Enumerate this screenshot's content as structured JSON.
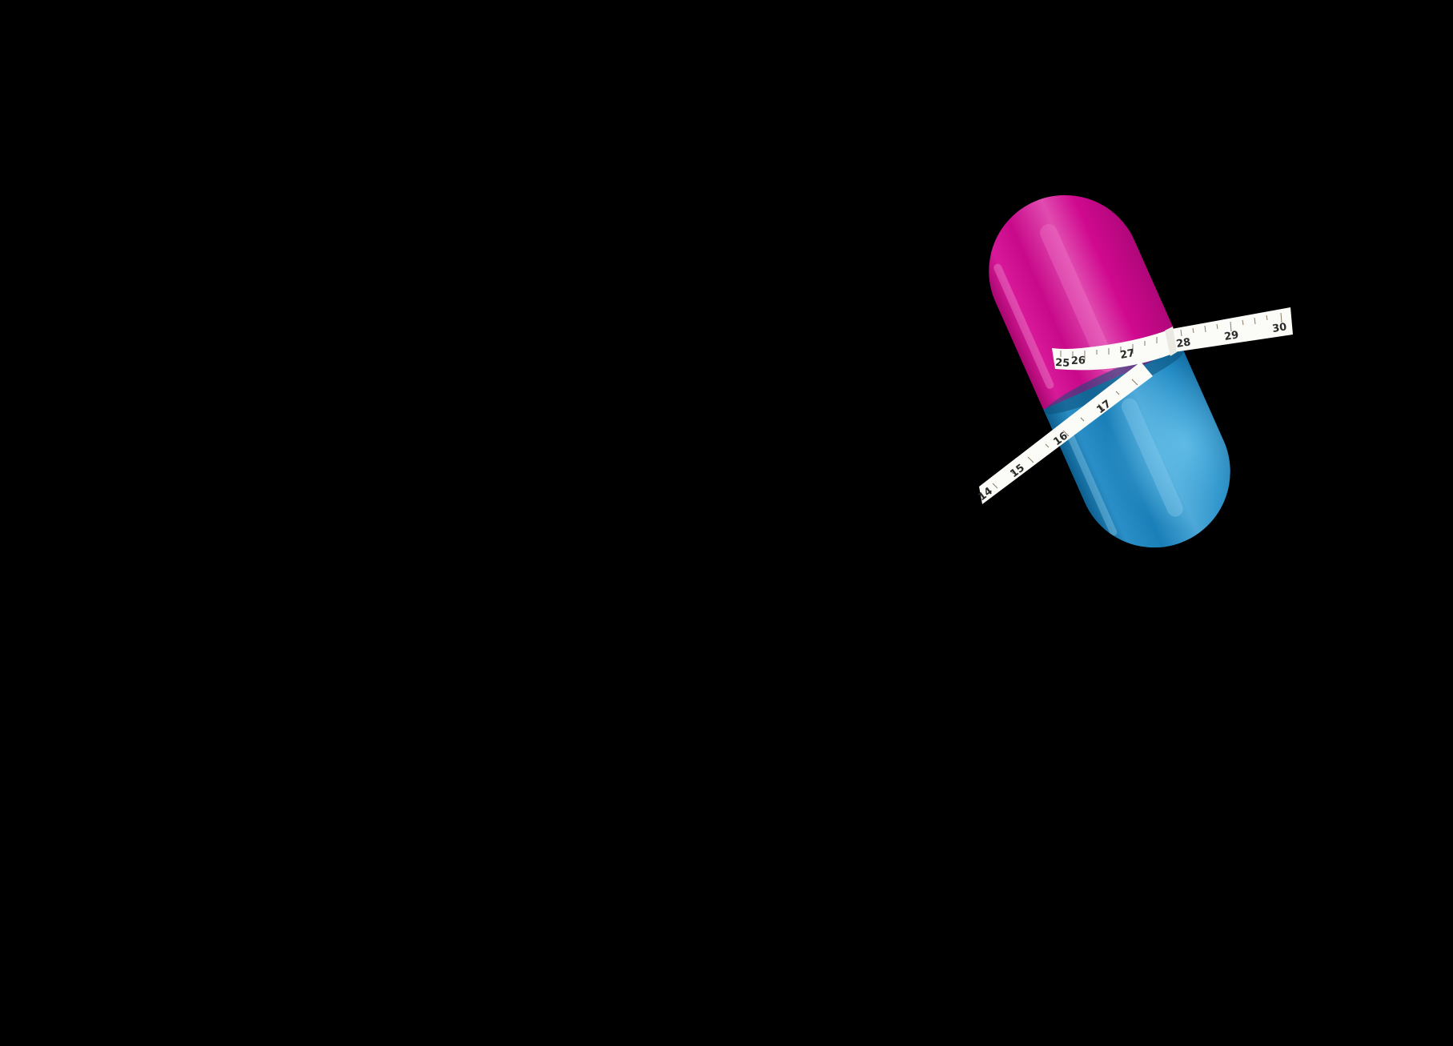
{
  "scene": {
    "description": "Pink and blue capsule pill wrapped with a white measuring tape on a black background",
    "background_color": "#000000"
  },
  "capsule": {
    "top_color": "#d0098f",
    "top_highlight": "#e652b4",
    "bottom_color": "#1c87c2",
    "bottom_highlight": "#5cb8e4",
    "rotation_deg": -24
  },
  "tape": {
    "color": "#fbfbf7",
    "tick_color": "#8a7a66",
    "band_numbers": [
      "25",
      "26",
      "27"
    ],
    "right_strand_numbers": [
      "28",
      "29",
      "30"
    ],
    "left_strand_numbers": [
      "14",
      "15",
      "16",
      "17"
    ]
  }
}
